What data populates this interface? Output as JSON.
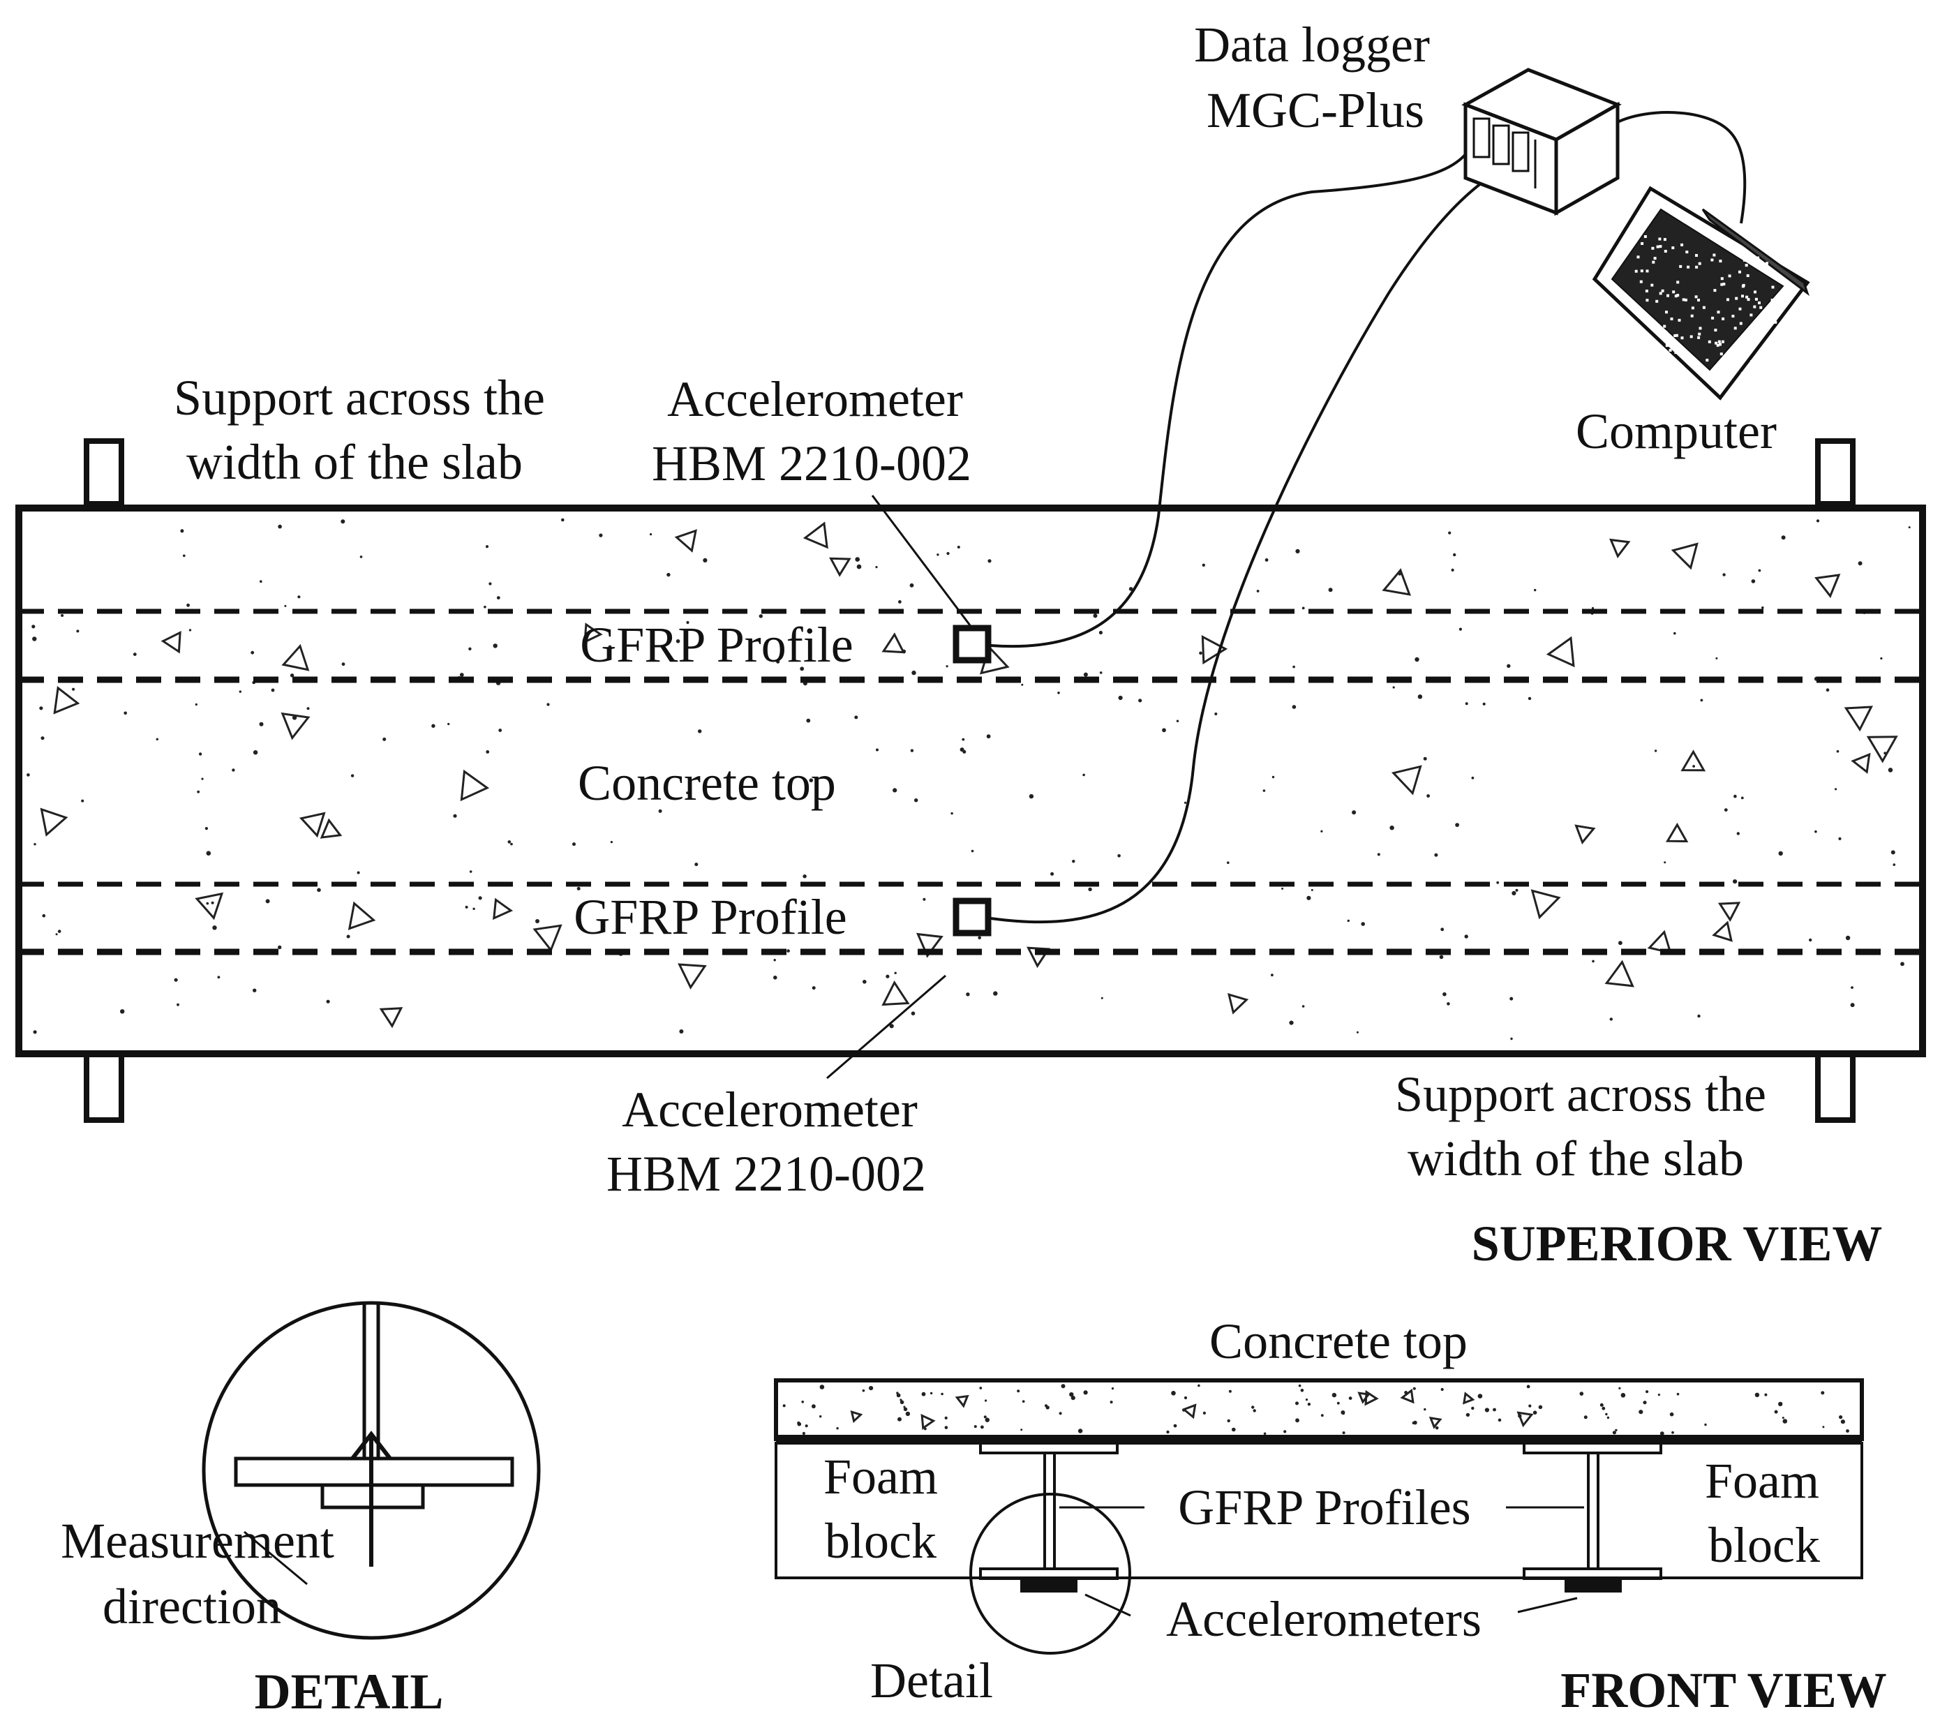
{
  "data_logger": {
    "line1": "Data logger",
    "line2": "MGC-Plus"
  },
  "computer": "Computer",
  "support_top_left": {
    "line1": "Support across the",
    "line2": "width of the slab"
  },
  "accelerometer_top": {
    "line1": "Accelerometer",
    "line2": "HBM 2210-002"
  },
  "gfrp_profile_upper": "GFRP Profile",
  "concrete_top_plan": "Concrete top",
  "gfrp_profile_lower": "GFRP Profile",
  "accelerometer_bottom": {
    "line1": "Accelerometer",
    "line2": "HBM 2210-002"
  },
  "support_bottom_right": {
    "line1": "Support across the",
    "line2": "width of the slab"
  },
  "superior_view_title": "SUPERIOR VIEW",
  "detail_view": {
    "measurement_label": {
      "line1": "Measurement",
      "line2": "direction"
    },
    "title": "DETAIL"
  },
  "front_view": {
    "concrete_top": "Concrete top",
    "foam_block_left": {
      "line1": "Foam",
      "line2": "block"
    },
    "gfrp_profiles": "GFRP Profiles",
    "foam_block_right": {
      "line1": "Foam",
      "line2": "block"
    },
    "accelerometers": "Accelerometers",
    "detail_label": "Detail",
    "title": "FRONT VIEW"
  }
}
